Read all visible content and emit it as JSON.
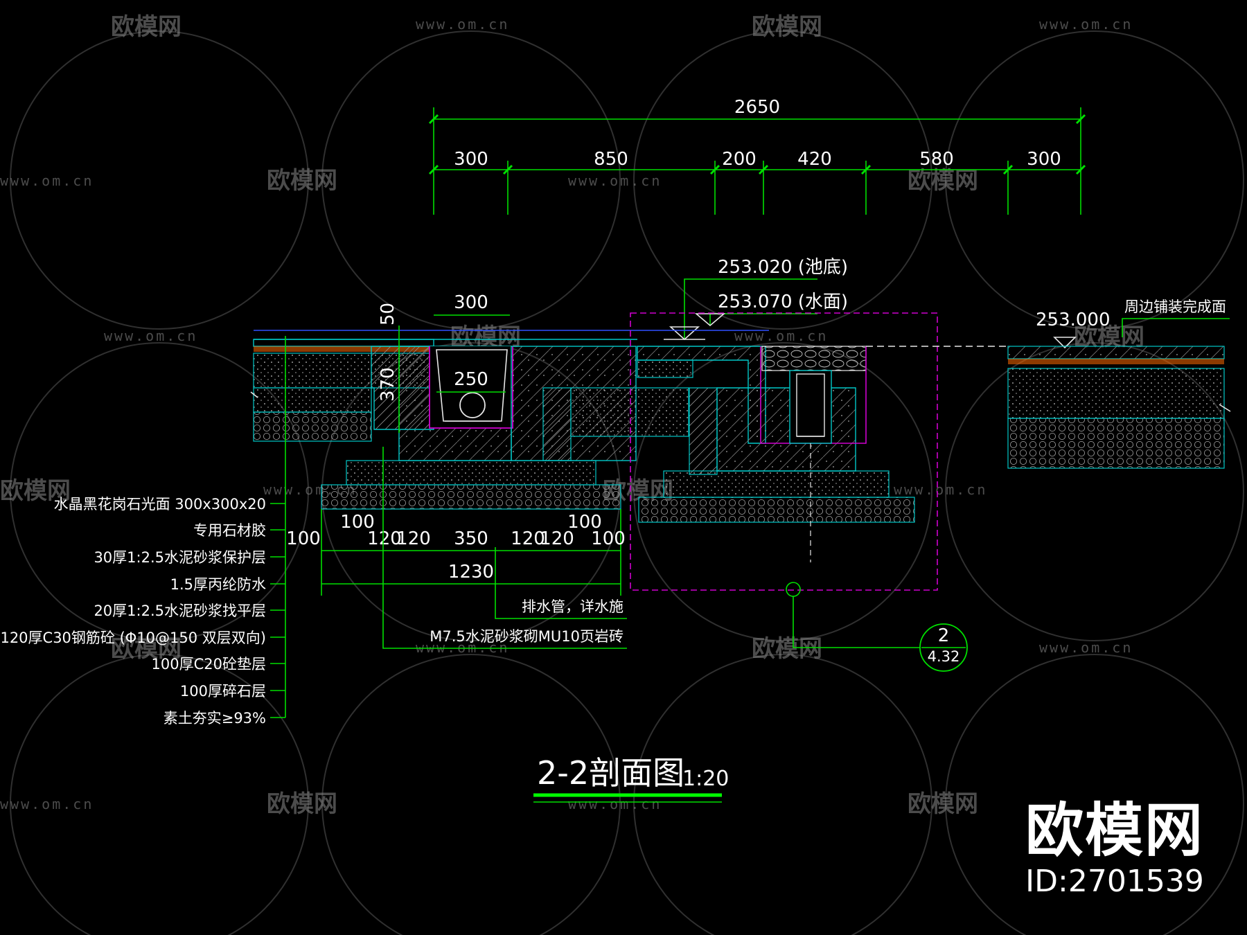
{
  "dimensions": {
    "total": "2650",
    "top_segments": [
      "300",
      "850",
      "200",
      "420",
      "580",
      "300"
    ],
    "drain_top": "300",
    "drain_inner": "250",
    "height_50": "50",
    "height_370": "370",
    "base_segments": [
      "100",
      "100",
      "120",
      "120",
      "350",
      "120",
      "120",
      "100",
      "100"
    ],
    "base_total": "1230"
  },
  "elevations": {
    "pool_bottom": "253.020 (池底)",
    "water_surface": "253.070 (水面)",
    "paving": "253.000",
    "paving_note": "周边铺装完成面"
  },
  "layers": [
    "水晶黑花岗石光面 300x300x20",
    "专用石材胶",
    "30厚1:2.5水泥砂浆保护层",
    "1.5厚丙纶防水",
    "20厚1:2.5水泥砂浆找平层",
    "120厚C30钢筋砼 (Φ10@150 双层双向)",
    "100厚C20砼垫层",
    "100厚碎石层",
    "素土夯实≥93%"
  ],
  "callouts": {
    "drain_pipe": "排水管，详水施",
    "brick": "M7.5水泥砂浆砌MU10页岩砖"
  },
  "detail_ref": {
    "number": "2",
    "sheet": "4.32"
  },
  "title": {
    "main": "2-2剖面图",
    "scale": "1:20"
  },
  "watermark": {
    "text": "欧模网",
    "url": "www.om.cn"
  },
  "brand": {
    "name": "欧模网",
    "id": "ID:2701539"
  },
  "colors": {
    "dimension": "#00e000",
    "structure": "#00c8c8",
    "membrane": "#d000d0",
    "background": "#000000"
  }
}
